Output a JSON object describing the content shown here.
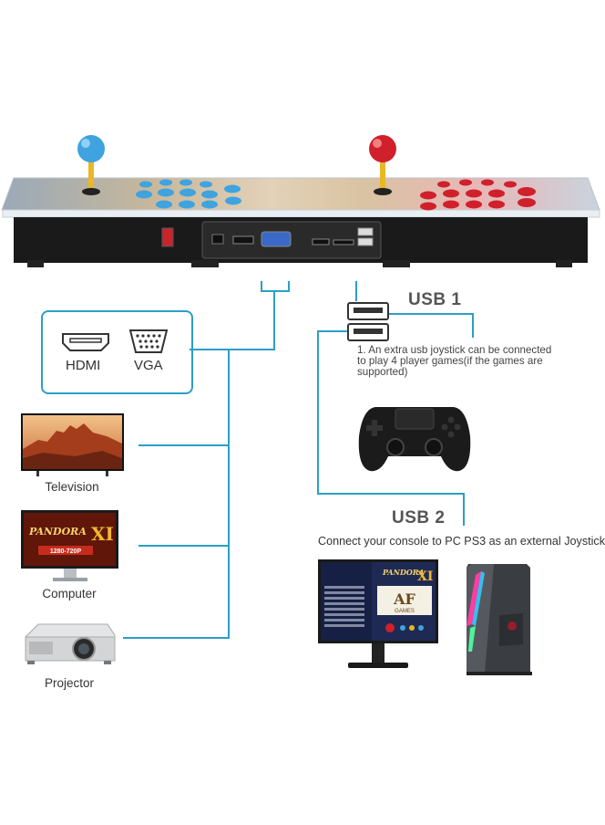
{
  "ports_box": {
    "hdmi_label": "HDMI",
    "vga_label": "VGA"
  },
  "devices": {
    "television": "Television",
    "computer": "Computer",
    "projector": "Projector",
    "monitor_brand": "AF",
    "monitor_sub": "GAMES",
    "monitor_banner": "1280-720P"
  },
  "usb1": {
    "title": "USB 1",
    "note_line1": "1. An extra usb joystick can be connected",
    "note_line2": "to play 4 player games(if the games are",
    "note_line3": "supported)"
  },
  "usb2": {
    "title": "USB 2",
    "note": "Connect your console to PC PS3 as an external Joystick"
  },
  "colors": {
    "connector_line": "#2b9fc7",
    "player1_buttons": "#3fa3e0",
    "player2_buttons": "#d0202c",
    "console_base": "#1a1a1a"
  }
}
